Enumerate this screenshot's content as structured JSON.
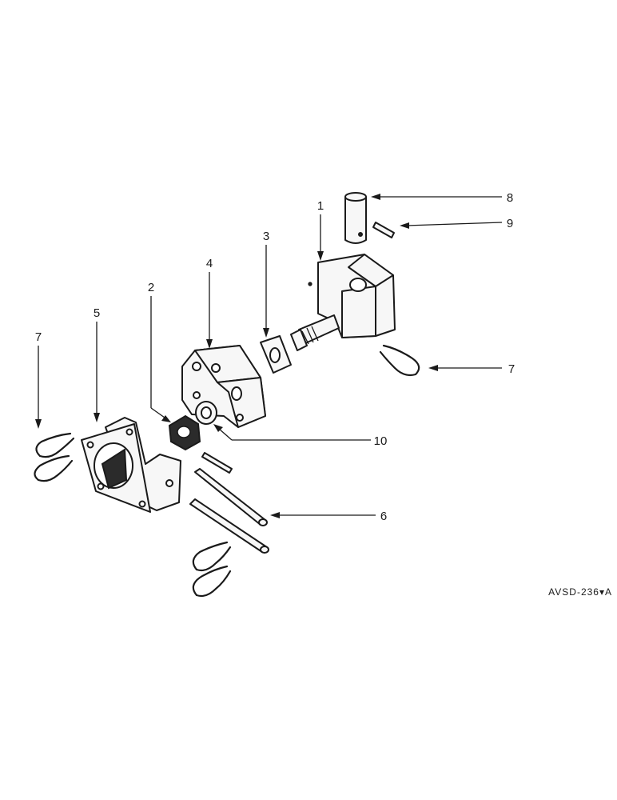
{
  "callouts": {
    "c1": "1",
    "c2": "2",
    "c3": "3",
    "c4": "4",
    "c5": "5",
    "c6": "6",
    "c7_left": "7",
    "c7_right": "7",
    "c8": "8",
    "c9": "9",
    "c10": "10"
  },
  "drawing_code": "AVSD-236▾A"
}
